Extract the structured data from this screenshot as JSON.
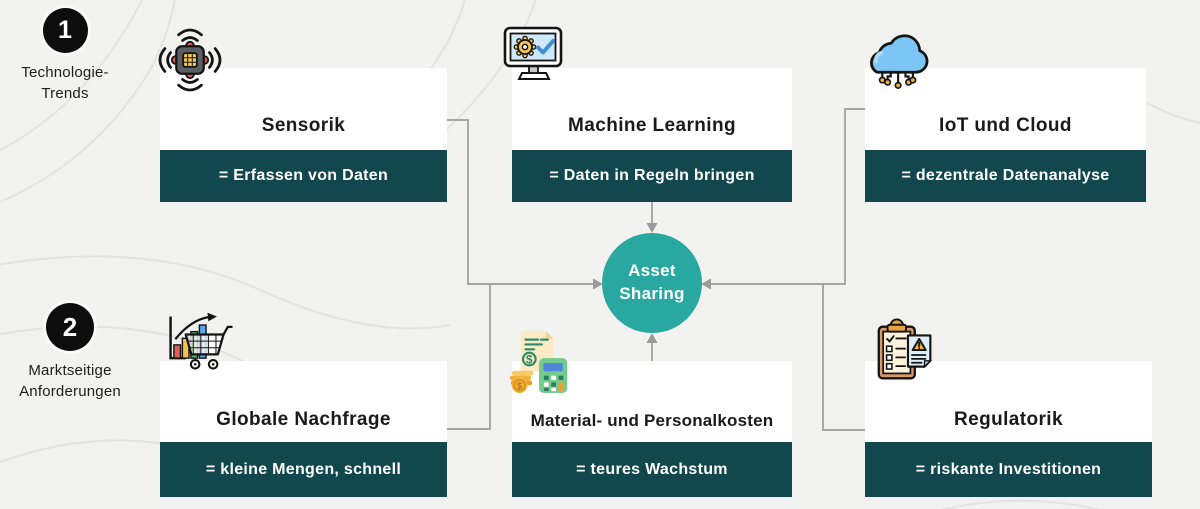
{
  "sections": {
    "technologie": {
      "number": "1",
      "line1": "Technologie-",
      "line2": "Trends"
    },
    "markt": {
      "number": "2",
      "line1": "Marktseitige",
      "line2": "Anforderungen"
    }
  },
  "cards": [
    {
      "id": "sensorik",
      "title": "Sensorik",
      "banner": "= Erfassen von Daten",
      "icon": "sensor-chip-icon"
    },
    {
      "id": "machine-learning",
      "title": "Machine Learning",
      "banner": "= Daten in Regeln bringen",
      "icon": "monitor-gear-check-icon"
    },
    {
      "id": "iot-und-cloud",
      "title": "IoT und Cloud",
      "banner": "= dezentrale Datenanalyse",
      "icon": "cloud-network-icon"
    },
    {
      "id": "globale-nachfrage",
      "title": "Globale Nachfrage",
      "banner": "= kleine Mengen, schnell",
      "icon": "cart-growth-chart-icon"
    },
    {
      "id": "material-und-personalkosten",
      "title": "Material- und Personalkosten",
      "banner": "= teures Wachstum",
      "icon": "invoice-calculator-coins-icon"
    },
    {
      "id": "regulatorik",
      "title": "Regulatorik",
      "banner": "= riskante Investitionen",
      "icon": "clipboard-warning-icon"
    }
  ],
  "center": {
    "line1": "Asset",
    "line2": "Sharing"
  },
  "colors": {
    "background": "#f2f2f1",
    "banner": "#11474d",
    "center_circle": "#29a8a2",
    "connector": "#9b9b9b",
    "badge": "#0d0d0d",
    "title_text": "#1a1a1a",
    "banner_text": "#ffffff"
  }
}
